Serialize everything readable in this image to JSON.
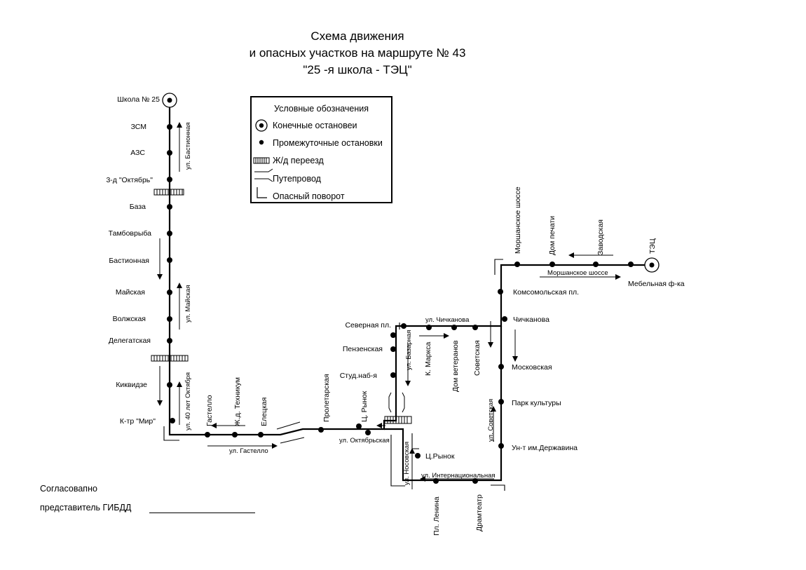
{
  "title": {
    "line1": "Схема движения",
    "line2": "и опасных участков на маршруте № 43",
    "line3": "\"25 -я школа - ТЭЦ\""
  },
  "legend": {
    "heading": "Условные обозначения",
    "terminal": "Конечные остановеи",
    "intermediate": "Промежуточные остановки",
    "railway": "Ж/д переезд",
    "overpass": "Путепровод",
    "dangerous_turn": "Опасный поворот"
  },
  "stops": {
    "school": "Школа № 25",
    "zsm": "ЗСМ",
    "azs": "АЗС",
    "zd_oktyabr": "3-д \"Октябрь\"",
    "baza": "База",
    "tambovryba": "Тамбоврыба",
    "bastionnaya": "Бастионная",
    "mayskaya": "Майская",
    "volzhskaya": "Волжская",
    "delegatskaya": "Делегатская",
    "kikvidze": "Киквидзе",
    "mir": "К-тр \"Мир\"",
    "gastello": "Гастелло",
    "technikum": "Ж.д. Техникум",
    "eletskaya": "Елецкая",
    "proletarskaya": "Пролетарская",
    "ts_rynok_top": "Ц. Рынок",
    "severnaya": "Северная пл.",
    "penzenskaya": "Пензенская",
    "stud": "Студ.наб-я",
    "marksa": "К. Маркса",
    "dom_veteranov": "Дом ветеранов",
    "sovetskaya": "Советская",
    "ts_rynok": "Ц.Рынок",
    "pl_lenina": "Пл. Ленина",
    "dramteatr": "Драмтеатр",
    "derzhavina": "Ун-т им.Державина",
    "park": "Парк культуры",
    "moskovskaya": "Московская",
    "chichkanova": "Чичканова",
    "komsomolskaya": "Комсомольская пл.",
    "morshanskoe": "Моршанское шоссе",
    "dom_pechati": "Дом печати",
    "zavodskaya": "Заводская",
    "tets": "ТЭЦ",
    "mebelnaya": "Мебельная ф-ка"
  },
  "streets": {
    "bastionnaya": "ул. Бастионная",
    "mayskaya": "ул. Майская",
    "oktyabrya": "ул. 40 лет Октября",
    "gastello": "ул. Гастелло",
    "oktyabrskaya": "ул. Октябрьская",
    "nosovskaya": "ул. Носовская",
    "internatsionalnaya": "ул. Интернациональная",
    "bazarnaya": "ул. Базарная",
    "chichkanova": "ул. Чичканова",
    "sovetskaya": "ул. Советская",
    "morshanskoe": "Моршанское шоссе"
  },
  "footer": {
    "agreed": "Согласовапно",
    "gibdd": "представитель ГИБДД"
  }
}
